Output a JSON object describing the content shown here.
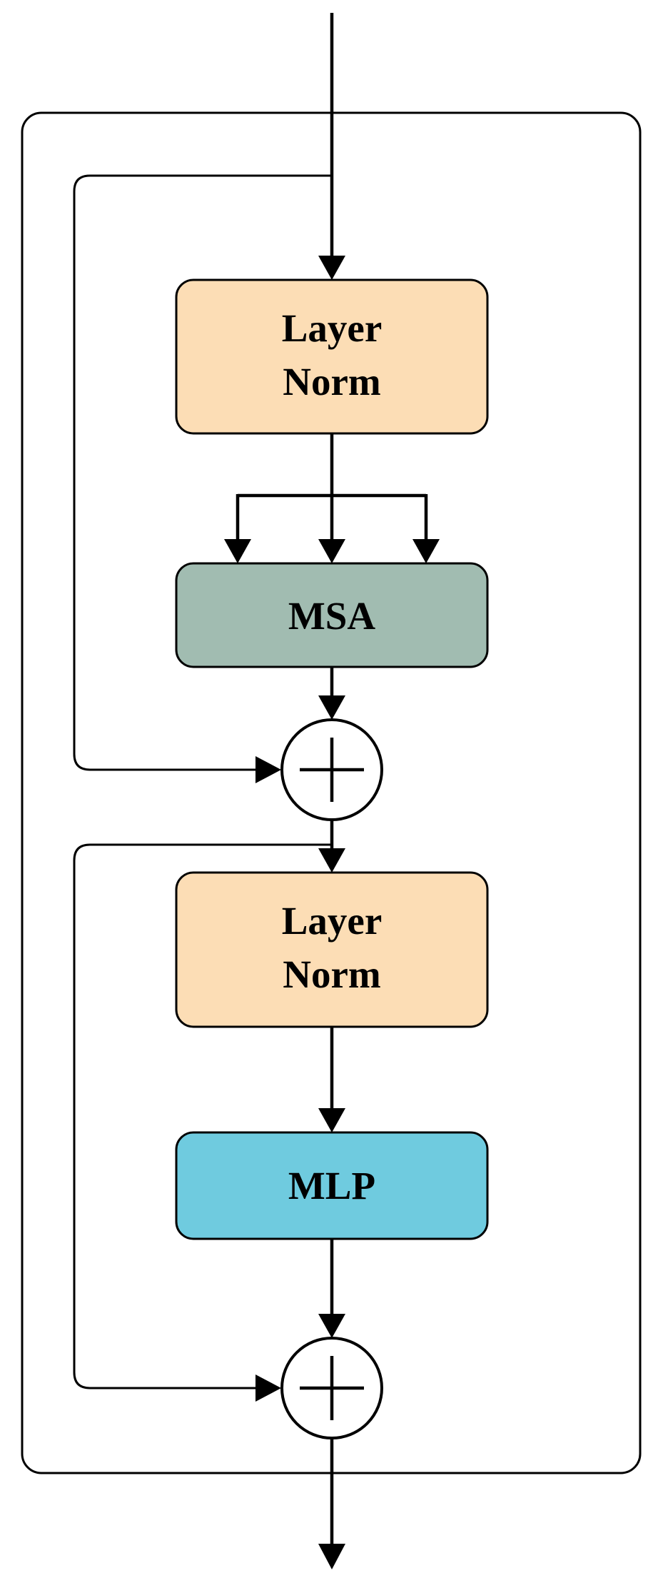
{
  "diagram": {
    "kind": "transformer-encoder-block-flow-diagram",
    "background": "#ffffff",
    "line_color": "#000000",
    "nodes": {
      "layer_norm_1": {
        "label_line_1": "Layer",
        "label_line_2": "Norm",
        "fill": "#FCDDB5",
        "border": "#000000"
      },
      "msa": {
        "label": "MSA",
        "fill": "#A1BCB1",
        "border": "#000000"
      },
      "layer_norm_2": {
        "label_line_1": "Layer",
        "label_line_2": "Norm",
        "fill": "#FCDDB5",
        "border": "#000000"
      },
      "mlp": {
        "label": "MLP",
        "fill": "#6FCBDF",
        "border": "#000000"
      },
      "add_1": {
        "symbol": "+"
      },
      "add_2": {
        "symbol": "+"
      }
    },
    "edges": [
      {
        "from": "input",
        "to": "layer_norm_1"
      },
      {
        "from": "input",
        "to": "add_1",
        "type": "residual-skip"
      },
      {
        "from": "layer_norm_1",
        "to": "msa",
        "arrows": 3
      },
      {
        "from": "msa",
        "to": "add_1"
      },
      {
        "from": "add_1",
        "to": "layer_norm_2"
      },
      {
        "from": "add_1",
        "to": "add_2",
        "type": "residual-skip"
      },
      {
        "from": "layer_norm_2",
        "to": "mlp"
      },
      {
        "from": "mlp",
        "to": "add_2"
      },
      {
        "from": "add_2",
        "to": "output"
      }
    ]
  }
}
